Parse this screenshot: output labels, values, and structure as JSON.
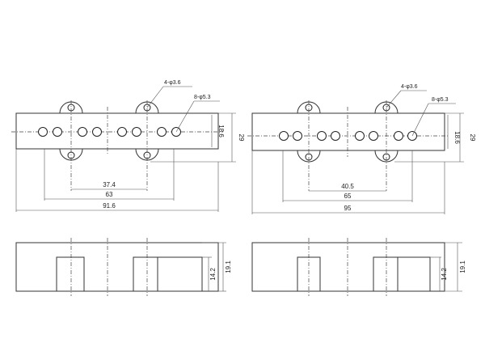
{
  "drawings": [
    {
      "id": "left",
      "callouts": {
        "mount_holes": "4-φ3.6",
        "pole_holes": "8-φ5.3"
      },
      "top_view": {
        "height_inner": "18.6",
        "height_outer": "29",
        "span_small": "37.4",
        "span_mid": "63",
        "span_total": "91.6"
      },
      "side_view": {
        "height_inner": "14.2",
        "height_outer": "19.1"
      }
    },
    {
      "id": "right",
      "callouts": {
        "mount_holes": "4-φ3.6",
        "pole_holes": "8-φ5.3"
      },
      "top_view": {
        "height_inner": "18.6",
        "height_outer": "29",
        "span_small": "40.5",
        "span_mid": "65",
        "span_total": "95"
      },
      "side_view": {
        "height_inner": "14.2",
        "height_outer": "19.1"
      }
    }
  ]
}
